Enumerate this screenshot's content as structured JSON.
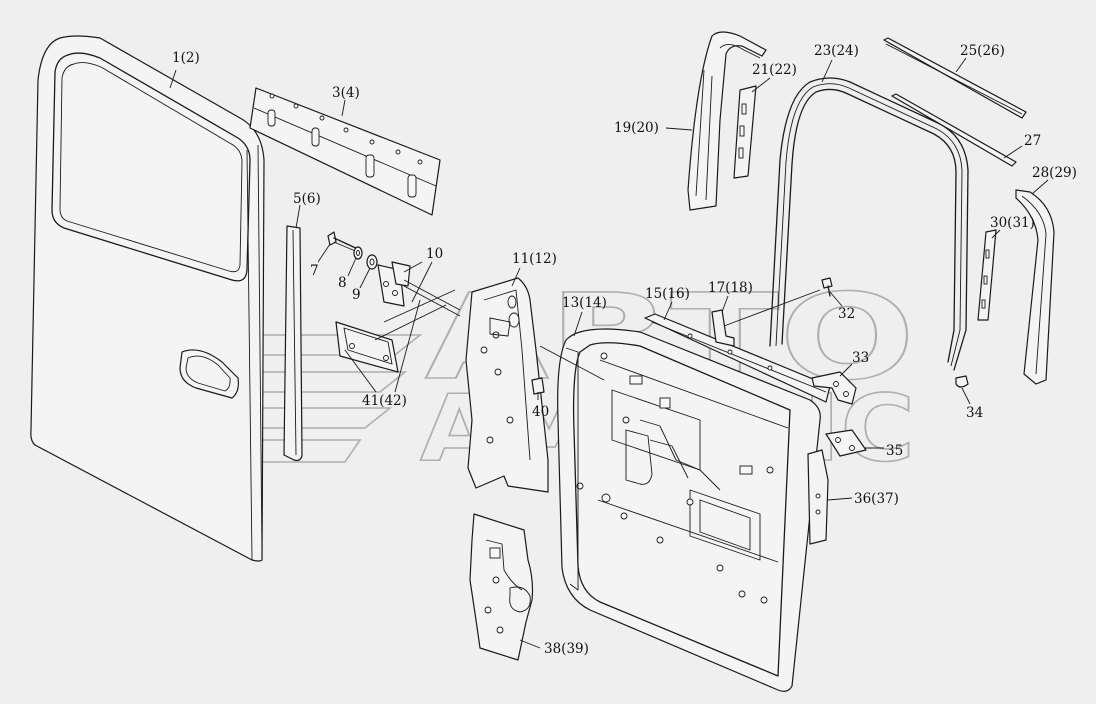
{
  "watermark": {
    "line1": "АВТО",
    "line2": "AMBAHC"
  },
  "callouts": {
    "c1": "1(2)",
    "c3": "3(4)",
    "c5": "5(6)",
    "c7": "7",
    "c8": "8",
    "c9": "9",
    "c10": "10",
    "c11": "11(12)",
    "c13": "13(14)",
    "c15": "15(16)",
    "c17": "17(18)",
    "c19": "19(20)",
    "c21": "21(22)",
    "c23": "23(24)",
    "c25": "25(26)",
    "c27": "27",
    "c28": "28(29)",
    "c30": "30(31)",
    "c32": "32",
    "c33": "33",
    "c34": "34",
    "c35": "35",
    "c36": "36(37)",
    "c38": "38(39)",
    "c40": "40",
    "c41": "41(42)"
  }
}
